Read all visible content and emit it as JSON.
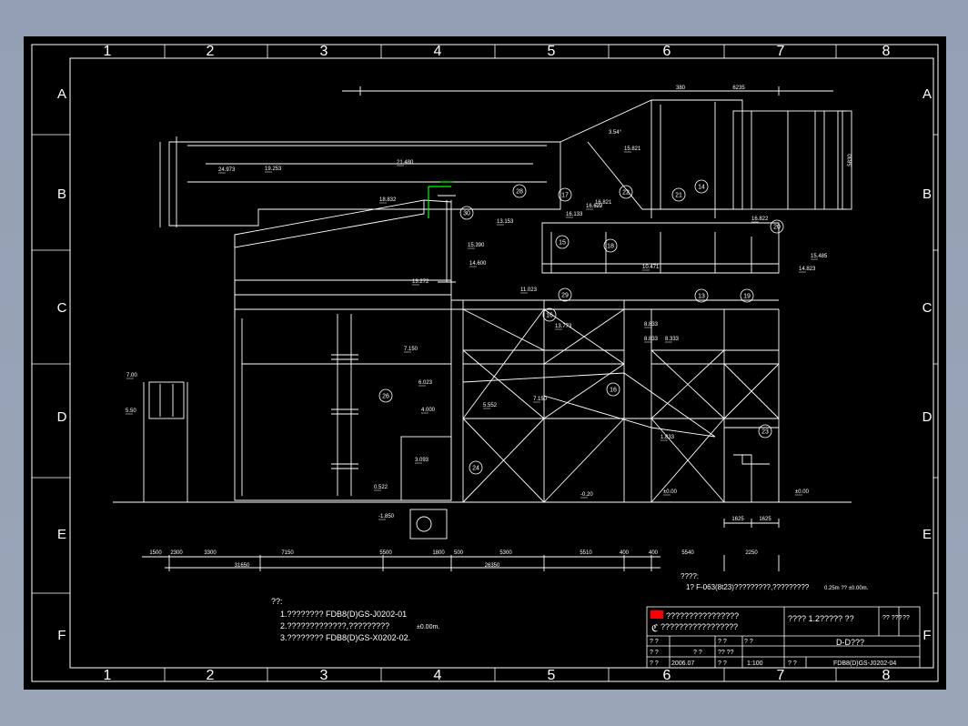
{
  "colors": {
    "background": "#000000",
    "lines": "#ffffff",
    "highlight": "#00ff00",
    "logo": "#ff0000",
    "viewport": "#97a3b5"
  },
  "grid": {
    "columns": [
      "1",
      "2",
      "3",
      "4",
      "5",
      "6",
      "7",
      "8"
    ],
    "rows": [
      "A",
      "B",
      "C",
      "D",
      "E",
      "F"
    ]
  },
  "dimensions": {
    "top": [
      "380",
      "6235"
    ],
    "angle": "3.54°",
    "height_right": "5830",
    "bottom_row1": [
      "1500",
      "2300",
      "3300",
      "7150",
      "5500",
      "1800",
      "500",
      "5300",
      "5510",
      "400",
      "400",
      "5540",
      "2250"
    ],
    "bottom_row2": [
      "31650",
      "26350"
    ],
    "right_small": [
      "1625",
      "1625"
    ]
  },
  "elevations": [
    "24.973",
    "21.480",
    "19.253",
    "18.832",
    "16.821",
    "16.133",
    "13.153",
    "15.821",
    "16.822",
    "15.485",
    "14.823",
    "15.390",
    "14.600",
    "13.272",
    "11.023",
    "10.471",
    "13.773",
    "8.833",
    "8.833",
    "5.552",
    "4.000",
    "6.023",
    "7.150",
    "3.093",
    "0.522",
    "-1.850",
    "-0.20",
    "±0.00",
    "±0.00",
    "1.833",
    "7.00",
    "5.50",
    "16.622",
    "8.333",
    "7.150"
  ],
  "callouts": [
    "28",
    "17",
    "22",
    "21",
    "14",
    "20",
    "30",
    "15",
    "18",
    "29",
    "19",
    "16",
    "26",
    "16",
    "24",
    "23",
    "13"
  ],
  "notes_right": {
    "title": "????:",
    "line1": "1? F-063(8t23)?????????,?????????",
    "line1b": "0.25m ?? ±0.00m."
  },
  "notes_left": {
    "title": "??:",
    "items": [
      "1.????????  FDB8(D)GS-J0202-01",
      "2.?????????????,?????????",
      "3.????????  FDB8(D)GS-X0202-02."
    ],
    "item2_suffix": "±0.00m."
  },
  "title_block": {
    "company_line1": "????????????????",
    "company_line2": "?????????????????",
    "project": "???? 1.2????? ??",
    "stage": "?? ???",
    "corner": "??",
    "drawing_name": "D-D???",
    "date": "2006.07",
    "scale": "1:100",
    "drawing_no": "FDB8(D)GS-J0202-04",
    "labels": [
      "? ?",
      "? ?",
      "? ?",
      "? ?",
      "? ?",
      "?? ??",
      "? ?",
      "? ?",
      "? ?"
    ]
  }
}
